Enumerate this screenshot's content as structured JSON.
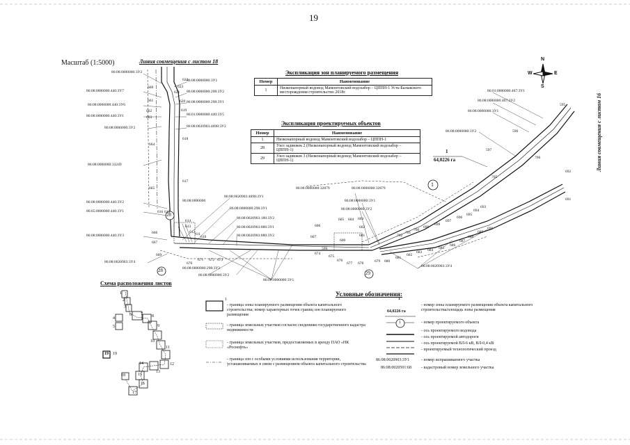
{
  "page_number": "19",
  "scale": "Масштаб (1:5000)",
  "match_line_top": "Линия совмещения с листом 18",
  "match_line_right": "Линия совмещения с листом 16",
  "compass": {
    "n": "N",
    "s": "S",
    "e": "E",
    "w": "W"
  },
  "zones_table": {
    "title": "Экспликация зон планируемого размещения",
    "headers": [
      "Номер",
      "Наименование"
    ],
    "rows": [
      [
        "1",
        "Низконапорный водовод Мамонтовский водозабор – ЦППН-1 Усть-Балыкского месторождения строительство 2018г."
      ]
    ]
  },
  "objects_table": {
    "title": "Экспликация проектируемых объектов",
    "headers": [
      "Номер",
      "Наименование"
    ],
    "rows": [
      [
        "1",
        "Низконапорный водовод Мамонтовский водозабор – ЦППН-1"
      ],
      [
        "28",
        "Узел задвижек 2 (Низконапорный водовод Мамонтовский водозабор – ЦППН-1)"
      ],
      [
        "29",
        "Узел задвижек 3 (Низконапорный водовод Мамонтовский водозабор – ЦППН-1)"
      ]
    ]
  },
  "zone_label": {
    "num": "1",
    "area": "64,0226 га"
  },
  "object_markers": [
    "1",
    "28",
    "29"
  ],
  "parcel_labels_left": [
    "86:08:0000000:3У2",
    "86:08:0000000:440:3У7",
    "86:08:0000000:440:3У6",
    "86:08:0000000:440:3У1",
    "86:08:0000000:3У2",
    "86:08:0000000:33249",
    "86:08:0000000:440:3У2",
    "86:05:0000000:440:3У1",
    "86:08:0000000:440:3У3",
    "86:08:0020903:3У4"
  ],
  "parcel_labels_center": [
    "86:08:0000000:3У1",
    "86:08:0000000:298:3У2",
    "86:08:0000000:298:3У1",
    "86:01:0000000:440:3У5",
    "86:08:0020903:4698:3У2",
    "86:08:0020903:4698:3У1",
    "86:08:0000000",
    "86:08:0000000:298:3У1",
    "86:08:0020903:180:3У2",
    "86:08:0020903:880:3У1",
    "86:08:0020903:880:3У2",
    "86:08:0000000:298:3У2",
    "86:08:0000000:3У2",
    "86:08:0000000:3У1",
    "86:08:0000000:32879",
    "86:08:0000000:32879",
    "86:08:0000000:3У1",
    "86:08:0000000:3У2"
  ],
  "parcel_labels_right": [
    "86:01:0000000:467:3У1",
    "86:08:0000000:467:3У2",
    "86:08:0000000:3У1",
    "86:08:0000000:3У2",
    "86:08:0020903:3У4"
  ],
  "point_labels": [
    "622",
    "623",
    "621",
    "660",
    "620",
    "661",
    "662",
    "619",
    "663",
    "618",
    "664",
    "617",
    "665",
    "616",
    "615",
    "614",
    "613",
    "612",
    "611",
    "666",
    "667",
    "610",
    "669",
    "670",
    "671",
    "672",
    "673",
    "674",
    "675",
    "676",
    "677",
    "678",
    "679",
    "680",
    "681",
    "682",
    "683",
    "684",
    "685",
    "686",
    "687",
    "688",
    "689",
    "690",
    "691",
    "692",
    "693",
    "694",
    "695",
    "696",
    "697",
    "698",
    "699",
    "700",
    "701",
    "702",
    "705",
    "706",
    "595",
    "596",
    "597",
    "599",
    "600",
    "601",
    "602",
    "603",
    "604",
    "605",
    "606",
    "607"
  ],
  "scheme": {
    "title": "Схема расположения листов",
    "sheets": [
      "1",
      "2",
      "3",
      "4",
      "5",
      "6",
      "7",
      "8",
      "9",
      "10",
      "11",
      "12",
      "13",
      "14",
      "15",
      "16",
      "17",
      "18"
    ],
    "current_sheet": "19"
  },
  "legend": {
    "title": "Условные обозначения:",
    "items_left": [
      "- граница зоны планируемого размещения объекта капитального строительства; номер характерных точек границ зон планируемого размещения",
      "- граница земельных участков согласно сведениям государственного кадастра недвижимости",
      "- граница земельных участков, предоставляемых в аренду ПАО «НК «Роснефть»",
      "- граница зон с особыми условиями использования территории, устанавливаемых в связи с размещением объекта капитального строительства"
    ],
    "items_right": [
      "- номер зоны планируемого размещения объекта капитального строительства/площадь зоны размещения",
      "- номер проектируемого объекта",
      "- ось проектируемого водовода",
      "- ось проектируемой автодороги",
      "- ось проектируемой ВЛ-6 кВ, ВЛ-0,4 кВ",
      "- проектируемый технологический проезд",
      "- номер испрашиваемого участка",
      "- кадастровый номер земельного участка"
    ],
    "sample_num": "1",
    "sample_area": "64,0226 га",
    "sample_marker": "1",
    "sample_boundary_num": "1",
    "sample_parcel": "86:08:0020903:3У1",
    "sample_cadastral": "86:08:0020501:68"
  }
}
